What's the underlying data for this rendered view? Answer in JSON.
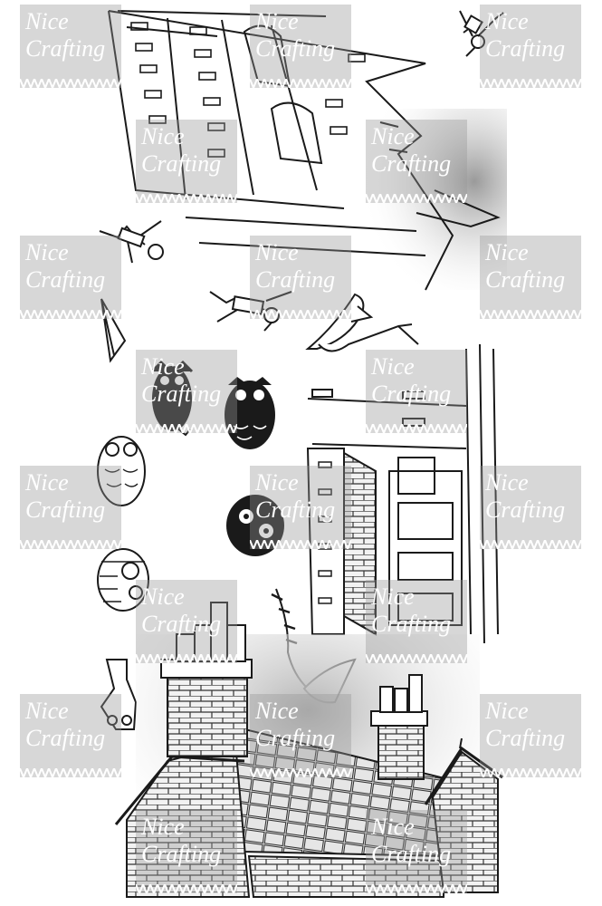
{
  "watermark": {
    "brand": "Nice Crafting",
    "line1": "Nice",
    "line2": "Crafting",
    "fill": "#969696"
  },
  "ink_color": "#1a1a1a",
  "icons": [
    "tilted-building-facade-icon",
    "falling-boy-icon",
    "flying-boy-icon",
    "paper-airplane-icon",
    "flying-stork-icon",
    "black-owl-icon",
    "white-owl-icon",
    "dark-owl-icon",
    "striped-owl-icon",
    "upside-down-owl-icon",
    "hanging-bat-owl-icon",
    "kite-icon",
    "window-building-icon",
    "rooftop-chimneys-icon",
    "small-house-icon"
  ]
}
